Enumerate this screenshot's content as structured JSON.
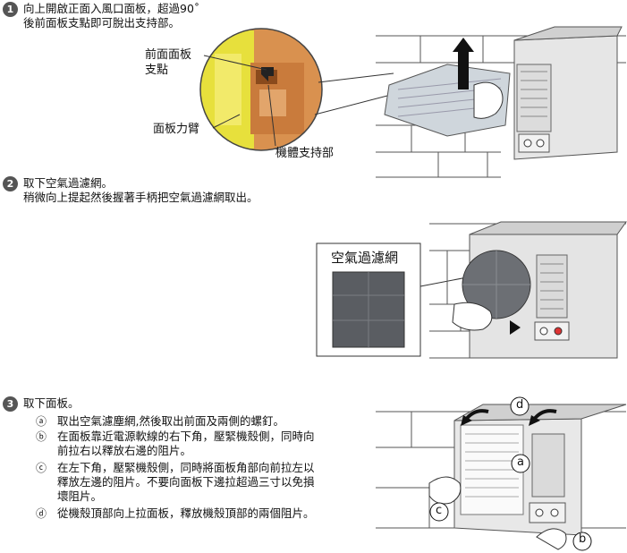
{
  "step1": {
    "number": "1",
    "line1": "向上開啟正面入風口面板，超過90˚",
    "line2": "後前面板支點即可脫出支持部。",
    "callouts": {
      "pivot_line1": "前面面板",
      "pivot_line2": "支點",
      "arm": "面板力臂",
      "support": "機體支持部"
    }
  },
  "step2": {
    "number": "2",
    "line1": "取下空氣過濾網。",
    "line2": "稍微向上提起然後握著手柄把空氣過濾網取出。",
    "filter_label": "空氣過濾網"
  },
  "step3": {
    "number": "3",
    "title": "取下面板。",
    "items": [
      {
        "letter": "ⓐ",
        "text": "取出空氣濾塵網,然後取出前面及兩側的螺釘。"
      },
      {
        "letter": "ⓑ",
        "text": "在面板靠近電源軟線的右下角，壓緊機殼側，同時向前拉右以釋放右邊的阻片。"
      },
      {
        "letter": "ⓒ",
        "text": "在左下角，壓緊機殼側，同時將面板角部向前拉左以釋放左邊的阻片。不要向面板下邊拉超過三寸以免損壞阻片。"
      },
      {
        "letter": "ⓓ",
        "text": "從機殼頂部向上拉面板，釋放機殼頂部的兩個阻片。"
      }
    ],
    "diagram_labels": {
      "a": "a",
      "b": "b",
      "c": "c",
      "d": "d"
    }
  }
}
